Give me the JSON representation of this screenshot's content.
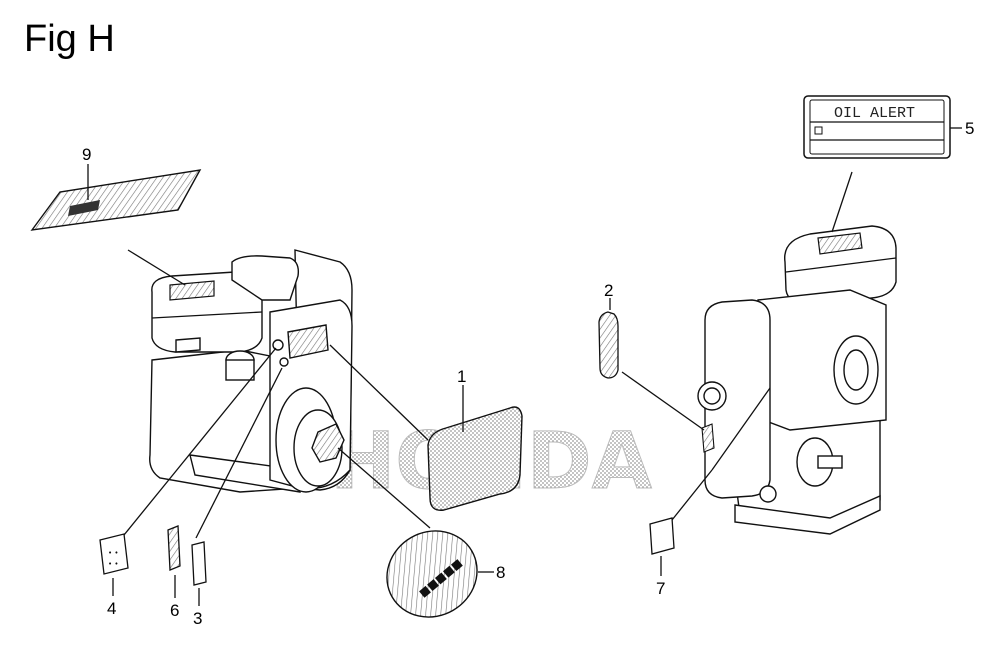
{
  "figure": {
    "title": "Fig H",
    "watermark": "HONDA"
  },
  "parts": [
    {
      "callout": "1"
    },
    {
      "callout": "2"
    },
    {
      "callout": "3"
    },
    {
      "callout": "4"
    },
    {
      "callout": "5",
      "label_text": "OIL ALERT"
    },
    {
      "callout": "6"
    },
    {
      "callout": "7"
    },
    {
      "callout": "8"
    },
    {
      "callout": "9"
    }
  ],
  "colors": {
    "line": "#111111",
    "hatch": "#9a9a9a",
    "background": "#ffffff"
  }
}
